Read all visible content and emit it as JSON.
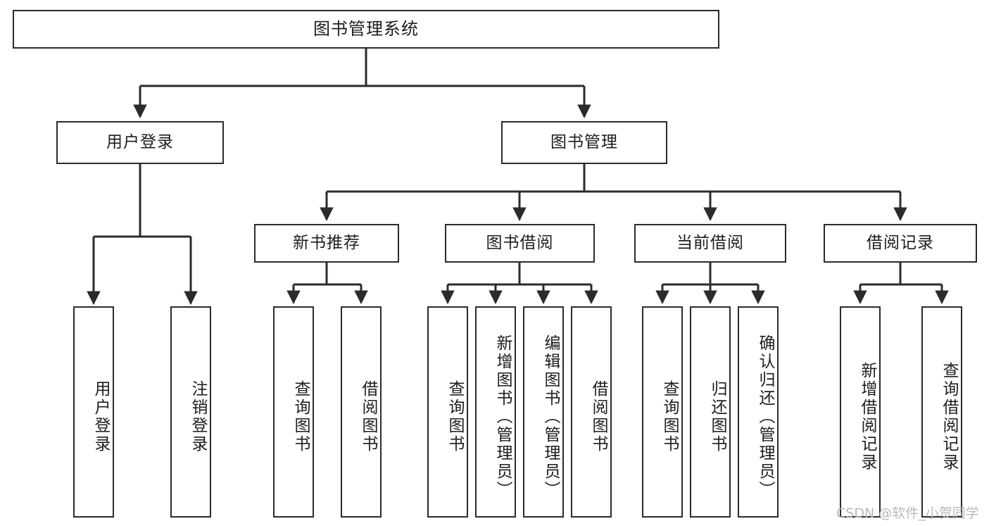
{
  "diagram": {
    "type": "tree",
    "title": "图书管理系统",
    "watermark": "CSDN @软件_小贺同学",
    "colors": {
      "background": "#ffffff",
      "box_border": "#2b2b2b",
      "box_fill": "#ffffff",
      "line": "#2b2b2b",
      "text": "#1d1d1d",
      "watermark": "#b9b9b9"
    },
    "nodes": {
      "root": {
        "label": "图书管理系统"
      },
      "level2": [
        {
          "label": "用户登录"
        },
        {
          "label": "图书管理"
        }
      ],
      "level3": [
        {
          "label": "新书推荐"
        },
        {
          "label": "图书借阅"
        },
        {
          "label": "当前借阅"
        },
        {
          "label": "借阅记录"
        }
      ],
      "leaves": {
        "user_login": [
          {
            "label": "用户登录"
          },
          {
            "label": "注销登录"
          }
        ],
        "new_book": [
          {
            "label": "查询图书"
          },
          {
            "label": "借阅图书"
          }
        ],
        "borrow": [
          {
            "label": "查询图书"
          },
          {
            "label": "新增图书（管理员）"
          },
          {
            "label": "编辑图书（管理员）"
          },
          {
            "label": "借阅图书"
          }
        ],
        "current": [
          {
            "label": "查询图书"
          },
          {
            "label": "归还图书"
          },
          {
            "label": "确认归还（管理员）"
          }
        ],
        "records": [
          {
            "label": "新增借阅记录"
          },
          {
            "label": "查询借阅记录"
          }
        ]
      }
    }
  }
}
